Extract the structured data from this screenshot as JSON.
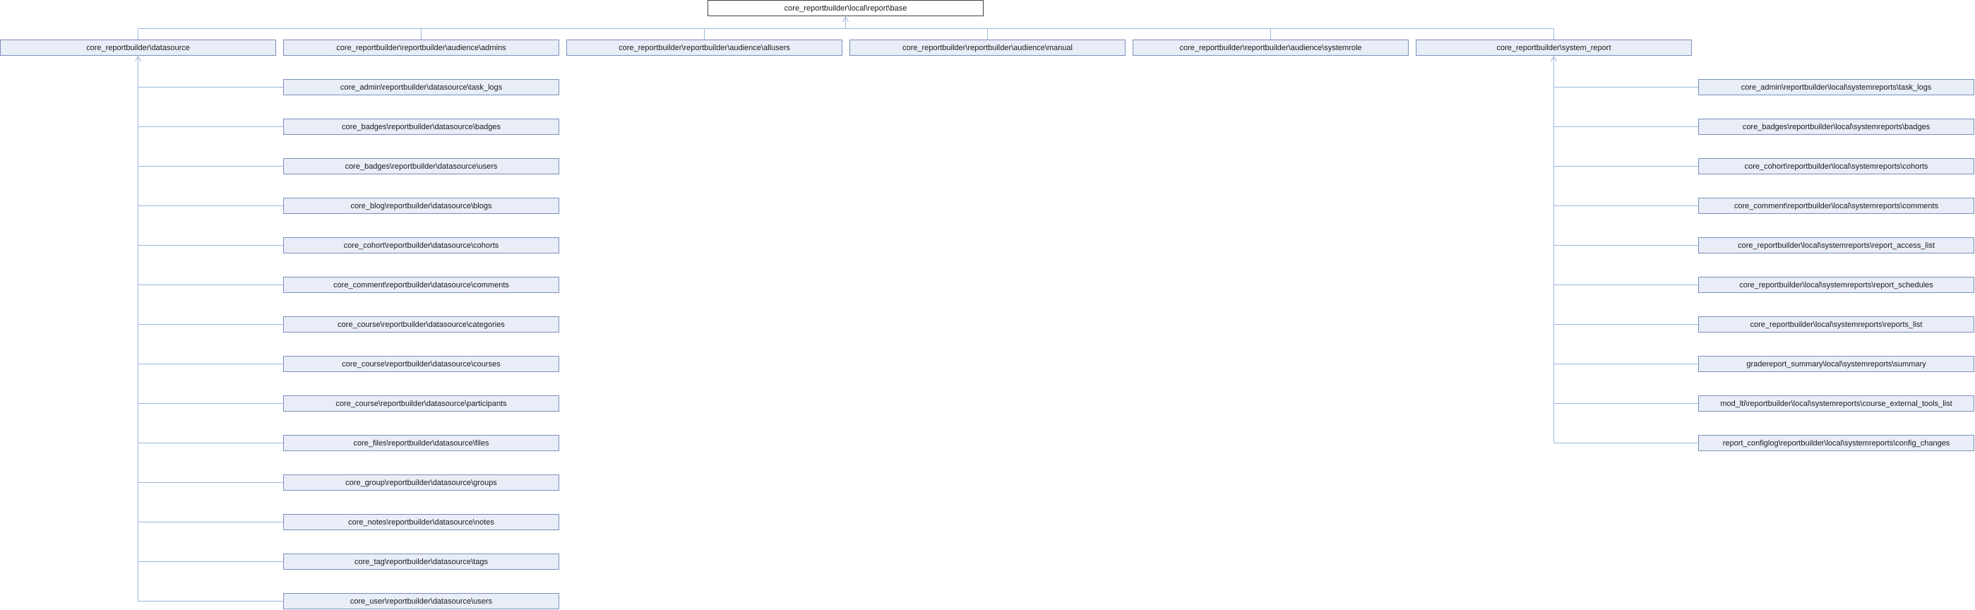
{
  "root": {
    "label": "core_reportbuilder\\local\\report\\base"
  },
  "children": [
    {
      "label": "core_reportbuilder\\datasource"
    },
    {
      "label": "core_reportbuilder\\reportbuilder\\audience\\admins"
    },
    {
      "label": "core_reportbuilder\\reportbuilder\\audience\\allusers"
    },
    {
      "label": "core_reportbuilder\\reportbuilder\\audience\\manual"
    },
    {
      "label": "core_reportbuilder\\reportbuilder\\audience\\systemrole"
    },
    {
      "label": "core_reportbuilder\\system_report"
    }
  ],
  "datasource_children": [
    {
      "label": "core_admin\\reportbuilder\\datasource\\task_logs"
    },
    {
      "label": "core_badges\\reportbuilder\\datasource\\badges"
    },
    {
      "label": "core_badges\\reportbuilder\\datasource\\users"
    },
    {
      "label": "core_blog\\reportbuilder\\datasource\\blogs"
    },
    {
      "label": "core_cohort\\reportbuilder\\datasource\\cohorts"
    },
    {
      "label": "core_comment\\reportbuilder\\datasource\\comments"
    },
    {
      "label": "core_course\\reportbuilder\\datasource\\categories"
    },
    {
      "label": "core_course\\reportbuilder\\datasource\\courses"
    },
    {
      "label": "core_course\\reportbuilder\\datasource\\participants"
    },
    {
      "label": "core_files\\reportbuilder\\datasource\\files"
    },
    {
      "label": "core_group\\reportbuilder\\datasource\\groups"
    },
    {
      "label": "core_notes\\reportbuilder\\datasource\\notes"
    },
    {
      "label": "core_tag\\reportbuilder\\datasource\\tags"
    },
    {
      "label": "core_user\\reportbuilder\\datasource\\users"
    }
  ],
  "system_report_children": [
    {
      "label": "core_admin\\reportbuilder\\local\\systemreports\\task_logs"
    },
    {
      "label": "core_badges\\reportbuilder\\local\\systemreports\\badges"
    },
    {
      "label": "core_cohort\\reportbuilder\\local\\systemreports\\cohorts"
    },
    {
      "label": "core_comment\\reportbuilder\\local\\systemreports\\comments"
    },
    {
      "label": "core_reportbuilder\\local\\systemreports\\report_access_list"
    },
    {
      "label": "core_reportbuilder\\local\\systemreports\\report_schedules"
    },
    {
      "label": "core_reportbuilder\\local\\systemreports\\reports_list"
    },
    {
      "label": "gradereport_summary\\local\\systemreports\\summary"
    },
    {
      "label": "mod_lti\\reportbuilder\\local\\systemreports\\course_external_tools_list"
    },
    {
      "label": "report_configlog\\reportbuilder\\local\\systemreports\\config_changes"
    }
  ]
}
